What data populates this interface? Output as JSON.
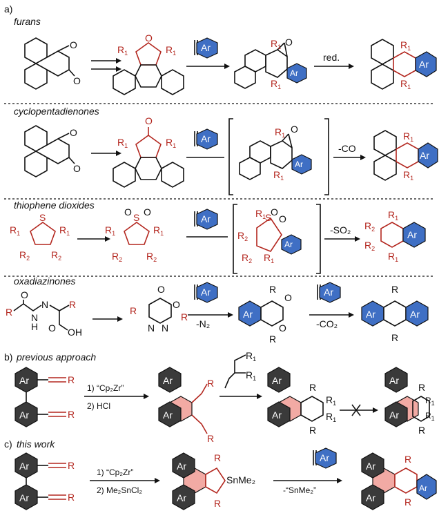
{
  "sections": {
    "a": "a)",
    "b": "b)",
    "c": "c)"
  },
  "titles": {
    "furans": "furans",
    "cyclopentadienones": "cyclopentadienones",
    "thiophene_dioxides": "thiophene dioxides",
    "oxadiazinones": "oxadiazinones",
    "previous": "previous approach",
    "this_work": "this work"
  },
  "labels": {
    "ar": "Ar",
    "r1": "R",
    "r1_sub": "1",
    "r2_sub": "2",
    "r": "R",
    "o": "O",
    "s": "S",
    "n": "N",
    "h": "H",
    "oh": "OH"
  },
  "conditions": {
    "red": "red.",
    "minus_co": "-CO",
    "minus_so2": "-SO₂",
    "minus_n2": "-N₂",
    "minus_co2": "-CO₂",
    "step1_zr": "1) “Cp₂Zr”",
    "step2_hcl": "2) HCl",
    "step2_sn": "2) Me₂SnCl₂",
    "snme2": "SnMe₂",
    "minus_snme2": "-“SnMe₂”"
  },
  "colors": {
    "blue": "#3f6fc4",
    "dark": "#3a3a3a",
    "pink": "#f2aaa4",
    "red": "#b3261e"
  }
}
